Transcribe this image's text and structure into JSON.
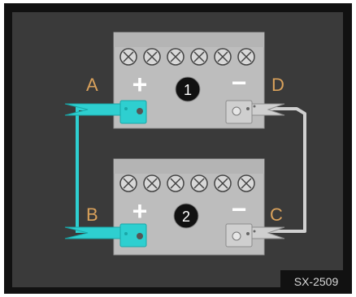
{
  "diagram": {
    "batteries": [
      {
        "number": "1",
        "plus": "+",
        "minus": "−"
      },
      {
        "number": "2",
        "plus": "+",
        "minus": "−"
      }
    ],
    "labels": {
      "a": "A",
      "b": "B",
      "c": "C",
      "d": "D"
    },
    "code": "SX-2509"
  },
  "colors": {
    "background_outer": "#111111",
    "background_inner": "#3a3a3a",
    "battery_body": "#bdbdbd",
    "battery_top": "#a9a9a9",
    "positive_cable": "#2ecfd0",
    "negative_cable": "#d0d0d0",
    "label_text": "#d9a15b"
  },
  "icons": [
    "terminal-cap-icon",
    "positive-clamp-icon",
    "negative-clamp-icon"
  ]
}
